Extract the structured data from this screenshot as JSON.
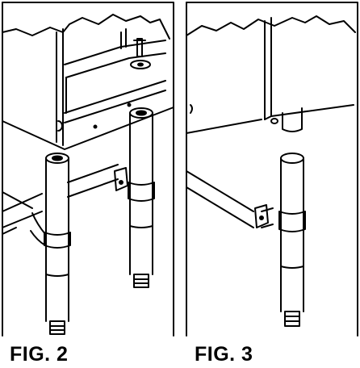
{
  "figures": [
    {
      "label": "FIG. 2",
      "illustration": "equipment-stand-legs-attached-with-crossbar"
    },
    {
      "label": "FIG. 3",
      "illustration": "equipment-stand-leg-separated-from-mount"
    }
  ],
  "colors": {
    "line": "#000000",
    "background": "#ffffff",
    "shade": "#f2f2f2"
  }
}
